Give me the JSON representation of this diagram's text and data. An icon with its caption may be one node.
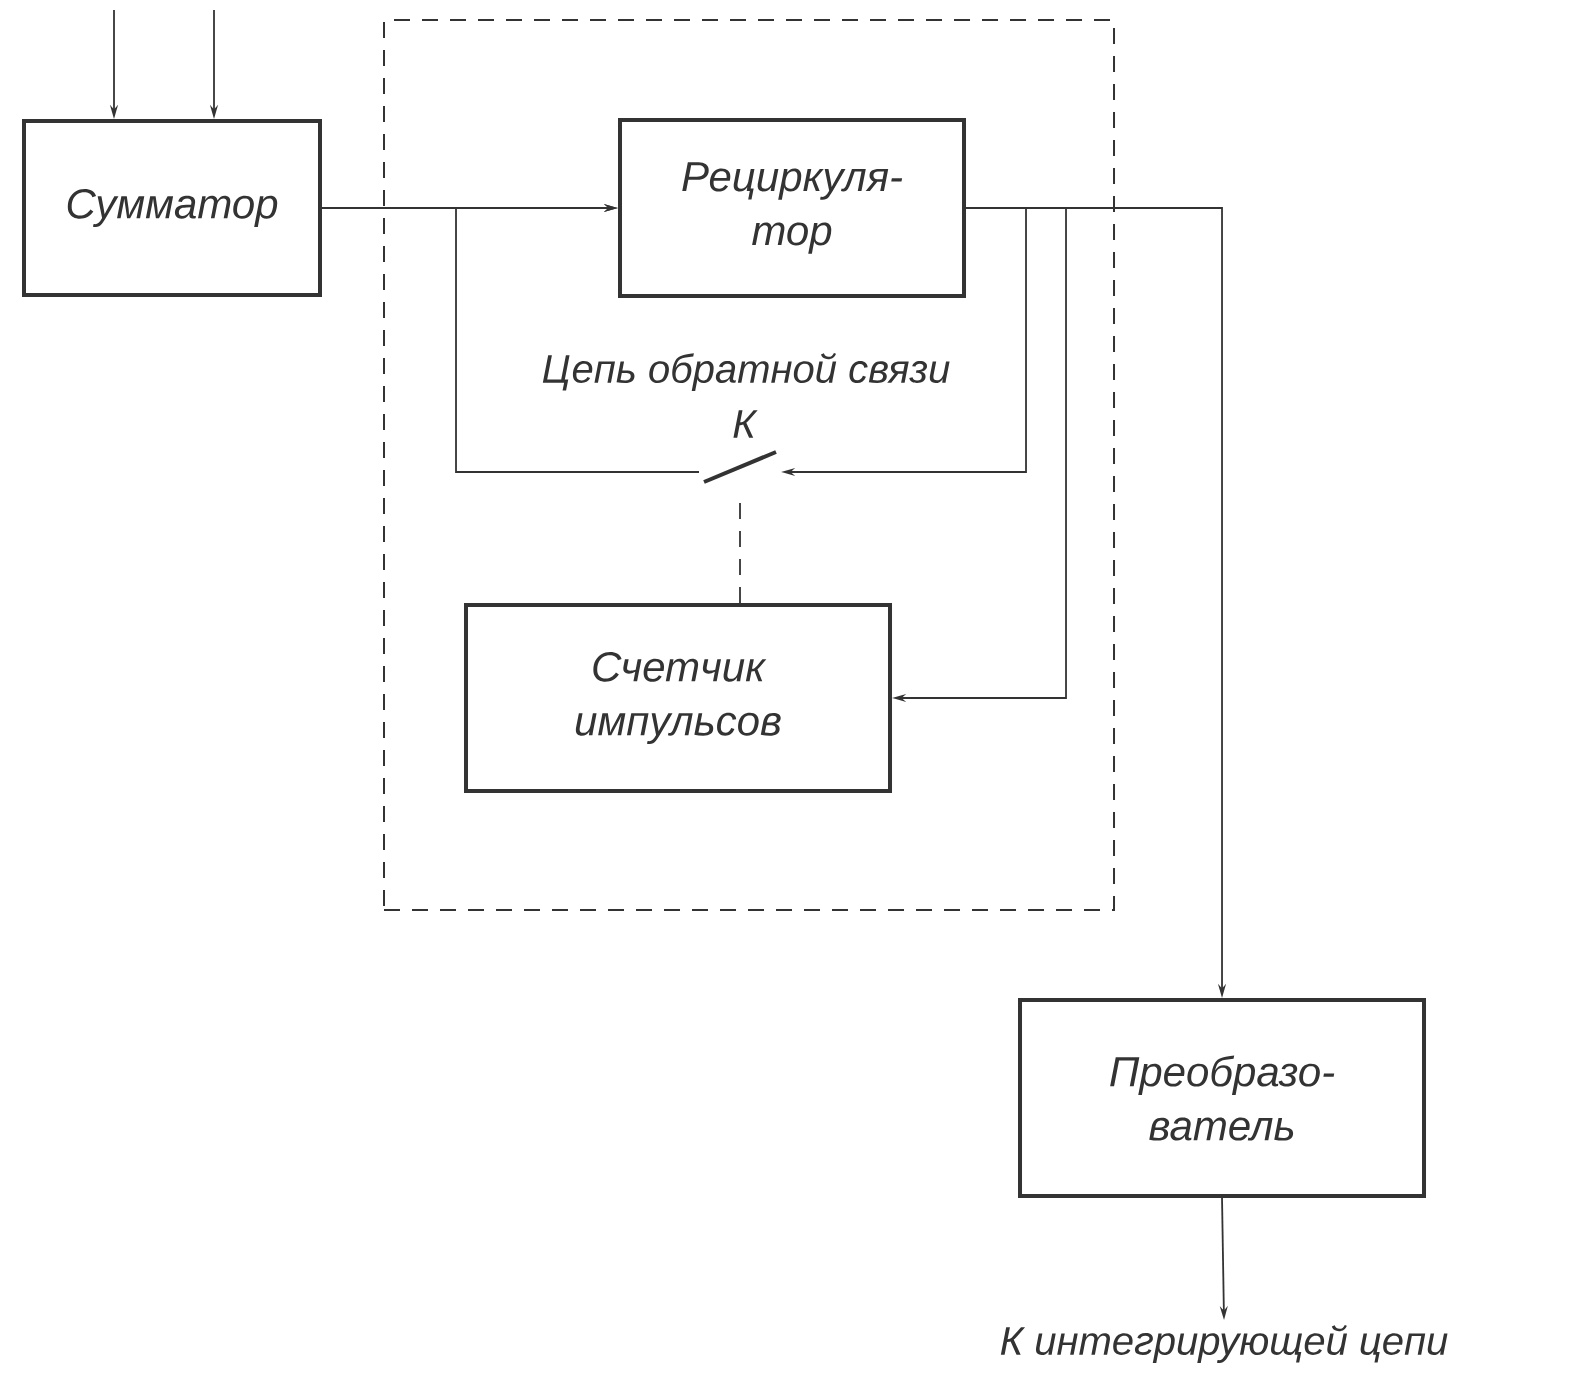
{
  "diagram": {
    "nodes": [
      {
        "text": [
          "Сумматор"
        ]
      },
      {
        "text": [],
        "shape": "box"
      },
      {
        "text": [
          "Рециркуля- тор"
        ],
        "in": 1
      },
      {
        "text": [],
        "shape": "switch",
        "beside": [
          "К"
        ],
        "in": 1
      },
      {
        "text": [
          "Счетчик импульсов"
        ],
        "in": 1
      },
      {
        "text": [
          "Преобразо- ватель"
        ]
      },
      {
        "text": [
          "К интегрирующей цепи"
        ]
      }
    ],
    "edges": [
      {
        "from": null,
        "to": 0,
        "arrow": "to"
      },
      {
        "from": null,
        "to": 0,
        "arrow": "to"
      },
      {
        "from": 0,
        "to": 2,
        "arrow": "to"
      },
      {
        "from": 2,
        "to": 3,
        "arrow": "to"
      },
      {
        "from": 3,
        "to": 2,
        "arrow": "to"
      },
      {
        "from": 2,
        "to": 4,
        "arrow": "to"
      },
      {
        "from": 4,
        "to": 3,
        "arrow": "none",
        "style": "dashed"
      },
      {
        "from": 2,
        "to": 5,
        "arrow": "to"
      },
      {
        "from": 5,
        "to": 6,
        "arrow": "to"
      }
    ],
    "labels": [
      "Цепь обратной связи"
    ]
  }
}
